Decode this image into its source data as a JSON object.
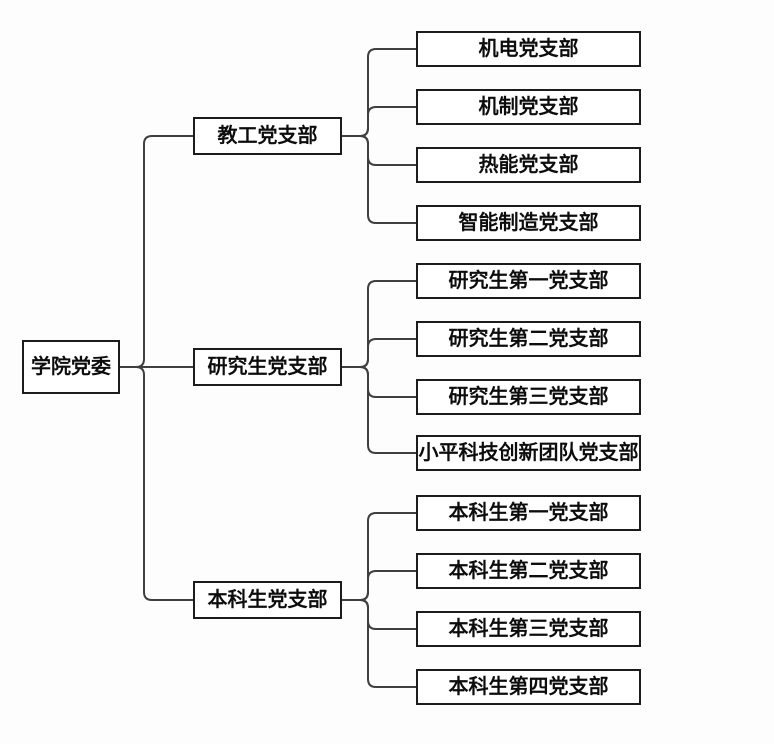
{
  "diagram": {
    "type": "org-chart",
    "root": {
      "label": "学院党委"
    },
    "branches": [
      {
        "label": "教工党支部",
        "children": [
          "机电党支部",
          "机制党支部",
          "热能党支部",
          "智能制造党支部"
        ]
      },
      {
        "label": "研究生党支部",
        "children": [
          "研究生第一党支部",
          "研究生第二党支部",
          "研究生第三党支部",
          "小平科技创新团队党支部"
        ]
      },
      {
        "label": "本科生党支部",
        "children": [
          "本科生第一党支部",
          "本科生第二党支部",
          "本科生第三党支部",
          "本科生第四党支部"
        ]
      }
    ],
    "colors": {
      "background": "#fdfdfd",
      "box_fill": "#ffffff",
      "box_border": "#1c1c1c",
      "connector": "#3f3f3f",
      "text": "#0d0d0d"
    }
  }
}
